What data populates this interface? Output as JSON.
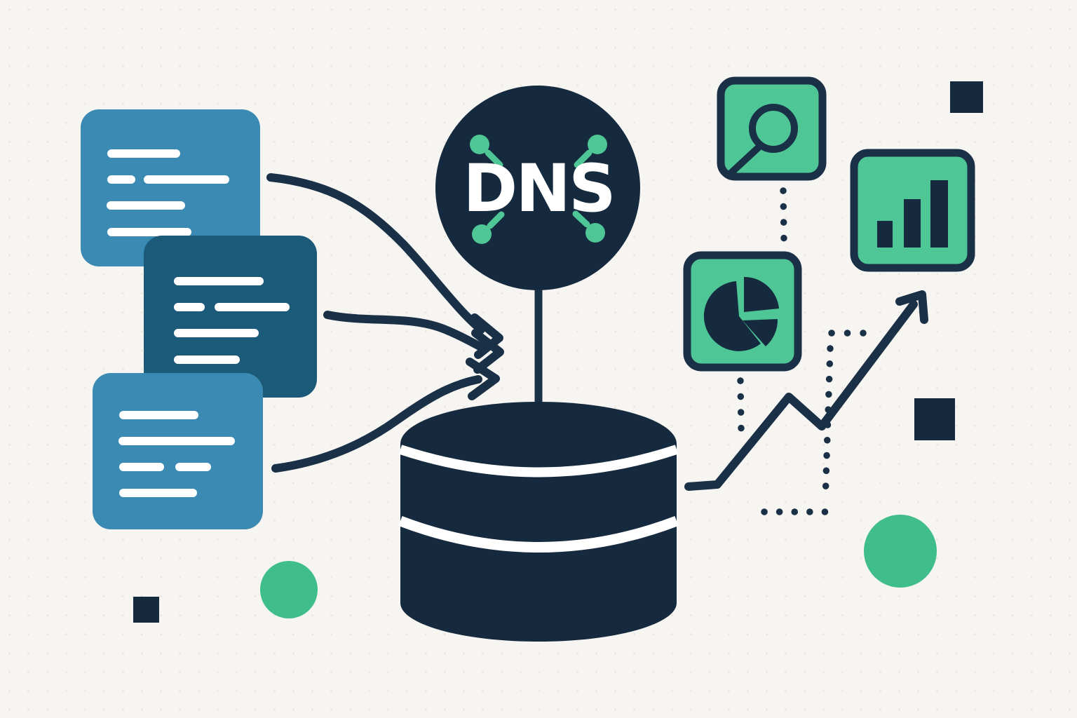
{
  "dns_badge": {
    "label": "DNS"
  },
  "palette": {
    "background": "#F7F5F1",
    "texture_dot": "#ECE8E1",
    "navy": "#152A3E",
    "stroke_navy": "#1A3047",
    "light_blue": "#3A8AB3",
    "dark_blue": "#1B5B79",
    "green": "#4EC695",
    "green_circle": "#3FBE8C",
    "white": "#FFFFFF"
  },
  "icons": {
    "dns_network_node": "green-dot-with-stem",
    "search": "magnifying-glass",
    "pie_chart": "exploded-pie",
    "bar_chart": "ascending-bars",
    "database": "three-tier-cylinder",
    "trend": "zigzag-growth-arrow"
  },
  "cards": [
    {
      "id": "record-card-1",
      "style": "light-blue",
      "placeholder_lines": 4
    },
    {
      "id": "record-card-2",
      "style": "dark-blue",
      "placeholder_lines": 4
    },
    {
      "id": "record-card-3",
      "style": "light-blue",
      "placeholder_lines": 4
    }
  ],
  "bar_chart_icon": {
    "bars": 3,
    "direction": "ascending"
  },
  "pie_chart_icon": {
    "slices": 3
  },
  "flow_arrows": {
    "count": 3
  },
  "decor": {
    "green_circles": 2,
    "navy_squares": 3
  }
}
